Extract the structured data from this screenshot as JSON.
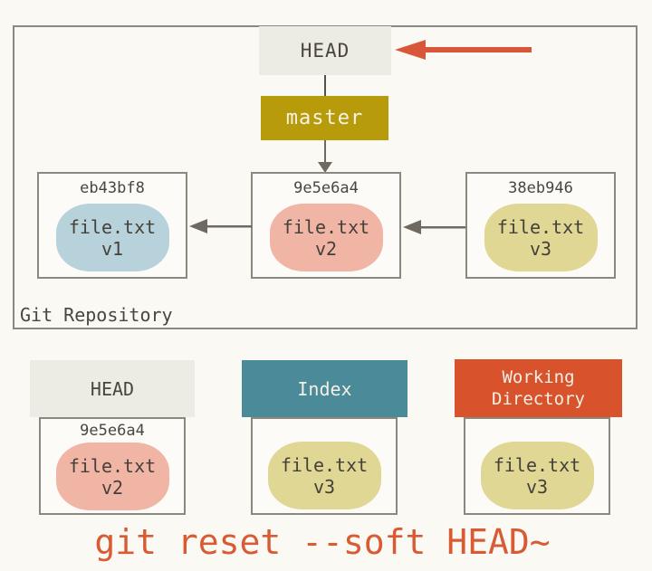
{
  "caption": "git reset --soft HEAD~",
  "colors": {
    "background": "#FBF9F4",
    "box_border": "#8C8880",
    "head_fill": "#EDECE4",
    "master_fill": "#B89B0B",
    "index_fill": "#4A8A99",
    "working_dir_fill": "#D8532B",
    "dark_text": "#4A453E",
    "light_text": "#F2F0E7",
    "red_arrow": "#D8573A",
    "gray_arrow": "#6E6A62",
    "caption_text": "#D85B33",
    "blob_blue": "#B8D2DB",
    "blob_salmon": "#F0B5A5",
    "blob_yellow": "#E0D795"
  },
  "repository": {
    "label": "Git Repository",
    "head": {
      "label": "HEAD"
    },
    "branch": {
      "label": "master"
    },
    "commits": [
      {
        "hash": "eb43bf8",
        "file": "file.txt",
        "version": "v1"
      },
      {
        "hash": "9e5e6a4",
        "file": "file.txt",
        "version": "v2"
      },
      {
        "hash": "38eb946",
        "file": "file.txt",
        "version": "v3"
      }
    ]
  },
  "workspace": {
    "head_area": {
      "title": "HEAD",
      "hash": "9e5e6a4",
      "file": "file.txt",
      "version": "v2"
    },
    "index_area": {
      "title": "Index",
      "file": "file.txt",
      "version": "v3"
    },
    "working_dir_area": {
      "title": "Working\nDirectory",
      "file": "file.txt",
      "version": "v3"
    }
  }
}
